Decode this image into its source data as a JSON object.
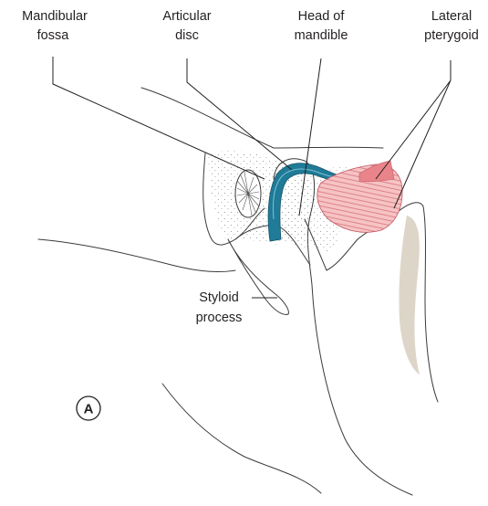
{
  "figure": {
    "labels": {
      "mandibular_fossa": [
        "Mandibular",
        "fossa"
      ],
      "articular_disc": [
        "Articular",
        "disc"
      ],
      "head_of_mandible": [
        "Head of",
        "mandible"
      ],
      "lateral_pterygoid": [
        "Lateral",
        "pterygoid"
      ],
      "styloid_process": [
        "Styloid",
        "process"
      ]
    },
    "panel_letter": "A"
  },
  "colors": {
    "disc": "#1f7b97",
    "disc_light": "#5aa9bf",
    "muscle": "#e9848a",
    "muscle_light": "#f6c3c4",
    "bone_stipple": "#8a8a8a",
    "shadow": "#ddd6c8"
  }
}
